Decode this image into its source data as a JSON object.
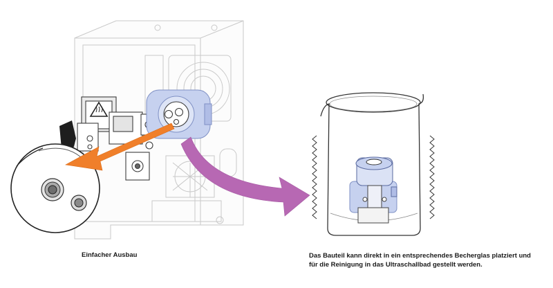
{
  "captions": {
    "left": "Einfacher Ausbau",
    "right_line1": "Das Bauteil kann direkt in ein entsprechendes Becherglas platziert und",
    "right_line2": "für die Reinigung in das Ultraschallbad gestellt werden."
  },
  "icons": {
    "warning": "hot-surface-warning-icon",
    "removal_arrow": "orange-arrow-icon",
    "transfer_arrow": "purple-curved-arrow-icon",
    "vibration": "ultrasonic-vibration-icon"
  },
  "colors": {
    "removal_arrow": "#f07f2a",
    "transfer_arrow": "#b768b3",
    "part_highlight": "#b9c6ea",
    "line": "#555555",
    "faded_line": "#c8c8c8"
  }
}
